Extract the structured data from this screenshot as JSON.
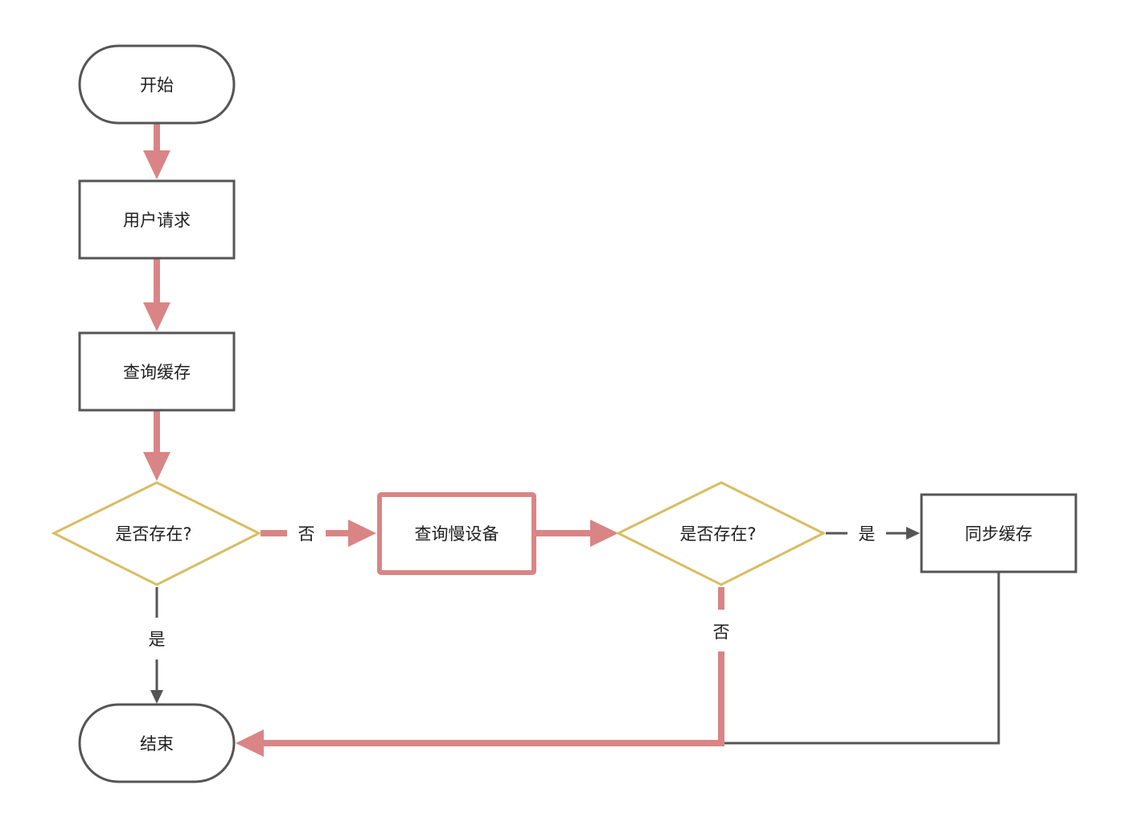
{
  "colors": {
    "highlight": "#d98585",
    "normal": "#555555",
    "node_border": "#555555",
    "decision_border": "#d8bd62",
    "background": "#ffffff"
  },
  "nodes": {
    "start": {
      "label": "开始",
      "shape": "terminal"
    },
    "user_request": {
      "label": "用户请求",
      "shape": "process"
    },
    "query_cache": {
      "label": "查询缓存",
      "shape": "process"
    },
    "exists_1": {
      "label": "是否存在?",
      "shape": "decision"
    },
    "query_slow_device": {
      "label": "查询慢设备",
      "shape": "process",
      "highlighted": true
    },
    "exists_2": {
      "label": "是否存在?",
      "shape": "decision"
    },
    "sync_cache": {
      "label": "同步缓存",
      "shape": "process"
    },
    "end": {
      "label": "结束",
      "shape": "terminal"
    }
  },
  "edges": {
    "start_to_request": {
      "from": "开始",
      "to": "用户请求",
      "label": "",
      "highlighted": true
    },
    "request_to_query": {
      "from": "用户请求",
      "to": "查询缓存",
      "label": "",
      "highlighted": true
    },
    "query_to_exists1": {
      "from": "查询缓存",
      "to": "是否存在?",
      "label": "",
      "highlighted": true
    },
    "exists1_no": {
      "from": "是否存在?",
      "to": "查询慢设备",
      "label": "否",
      "highlighted": true
    },
    "exists1_yes": {
      "from": "是否存在?",
      "to": "结束",
      "label": "是",
      "highlighted": false
    },
    "slow_to_exists2": {
      "from": "查询慢设备",
      "to": "是否存在?",
      "label": "",
      "highlighted": true
    },
    "exists2_yes": {
      "from": "是否存在?",
      "to": "同步缓存",
      "label": "是",
      "highlighted": false
    },
    "exists2_no": {
      "from": "是否存在?",
      "to": "结束",
      "label": "否",
      "highlighted": true
    },
    "sync_to_end": {
      "from": "同步缓存",
      "to": "结束",
      "label": "",
      "highlighted": false
    }
  }
}
